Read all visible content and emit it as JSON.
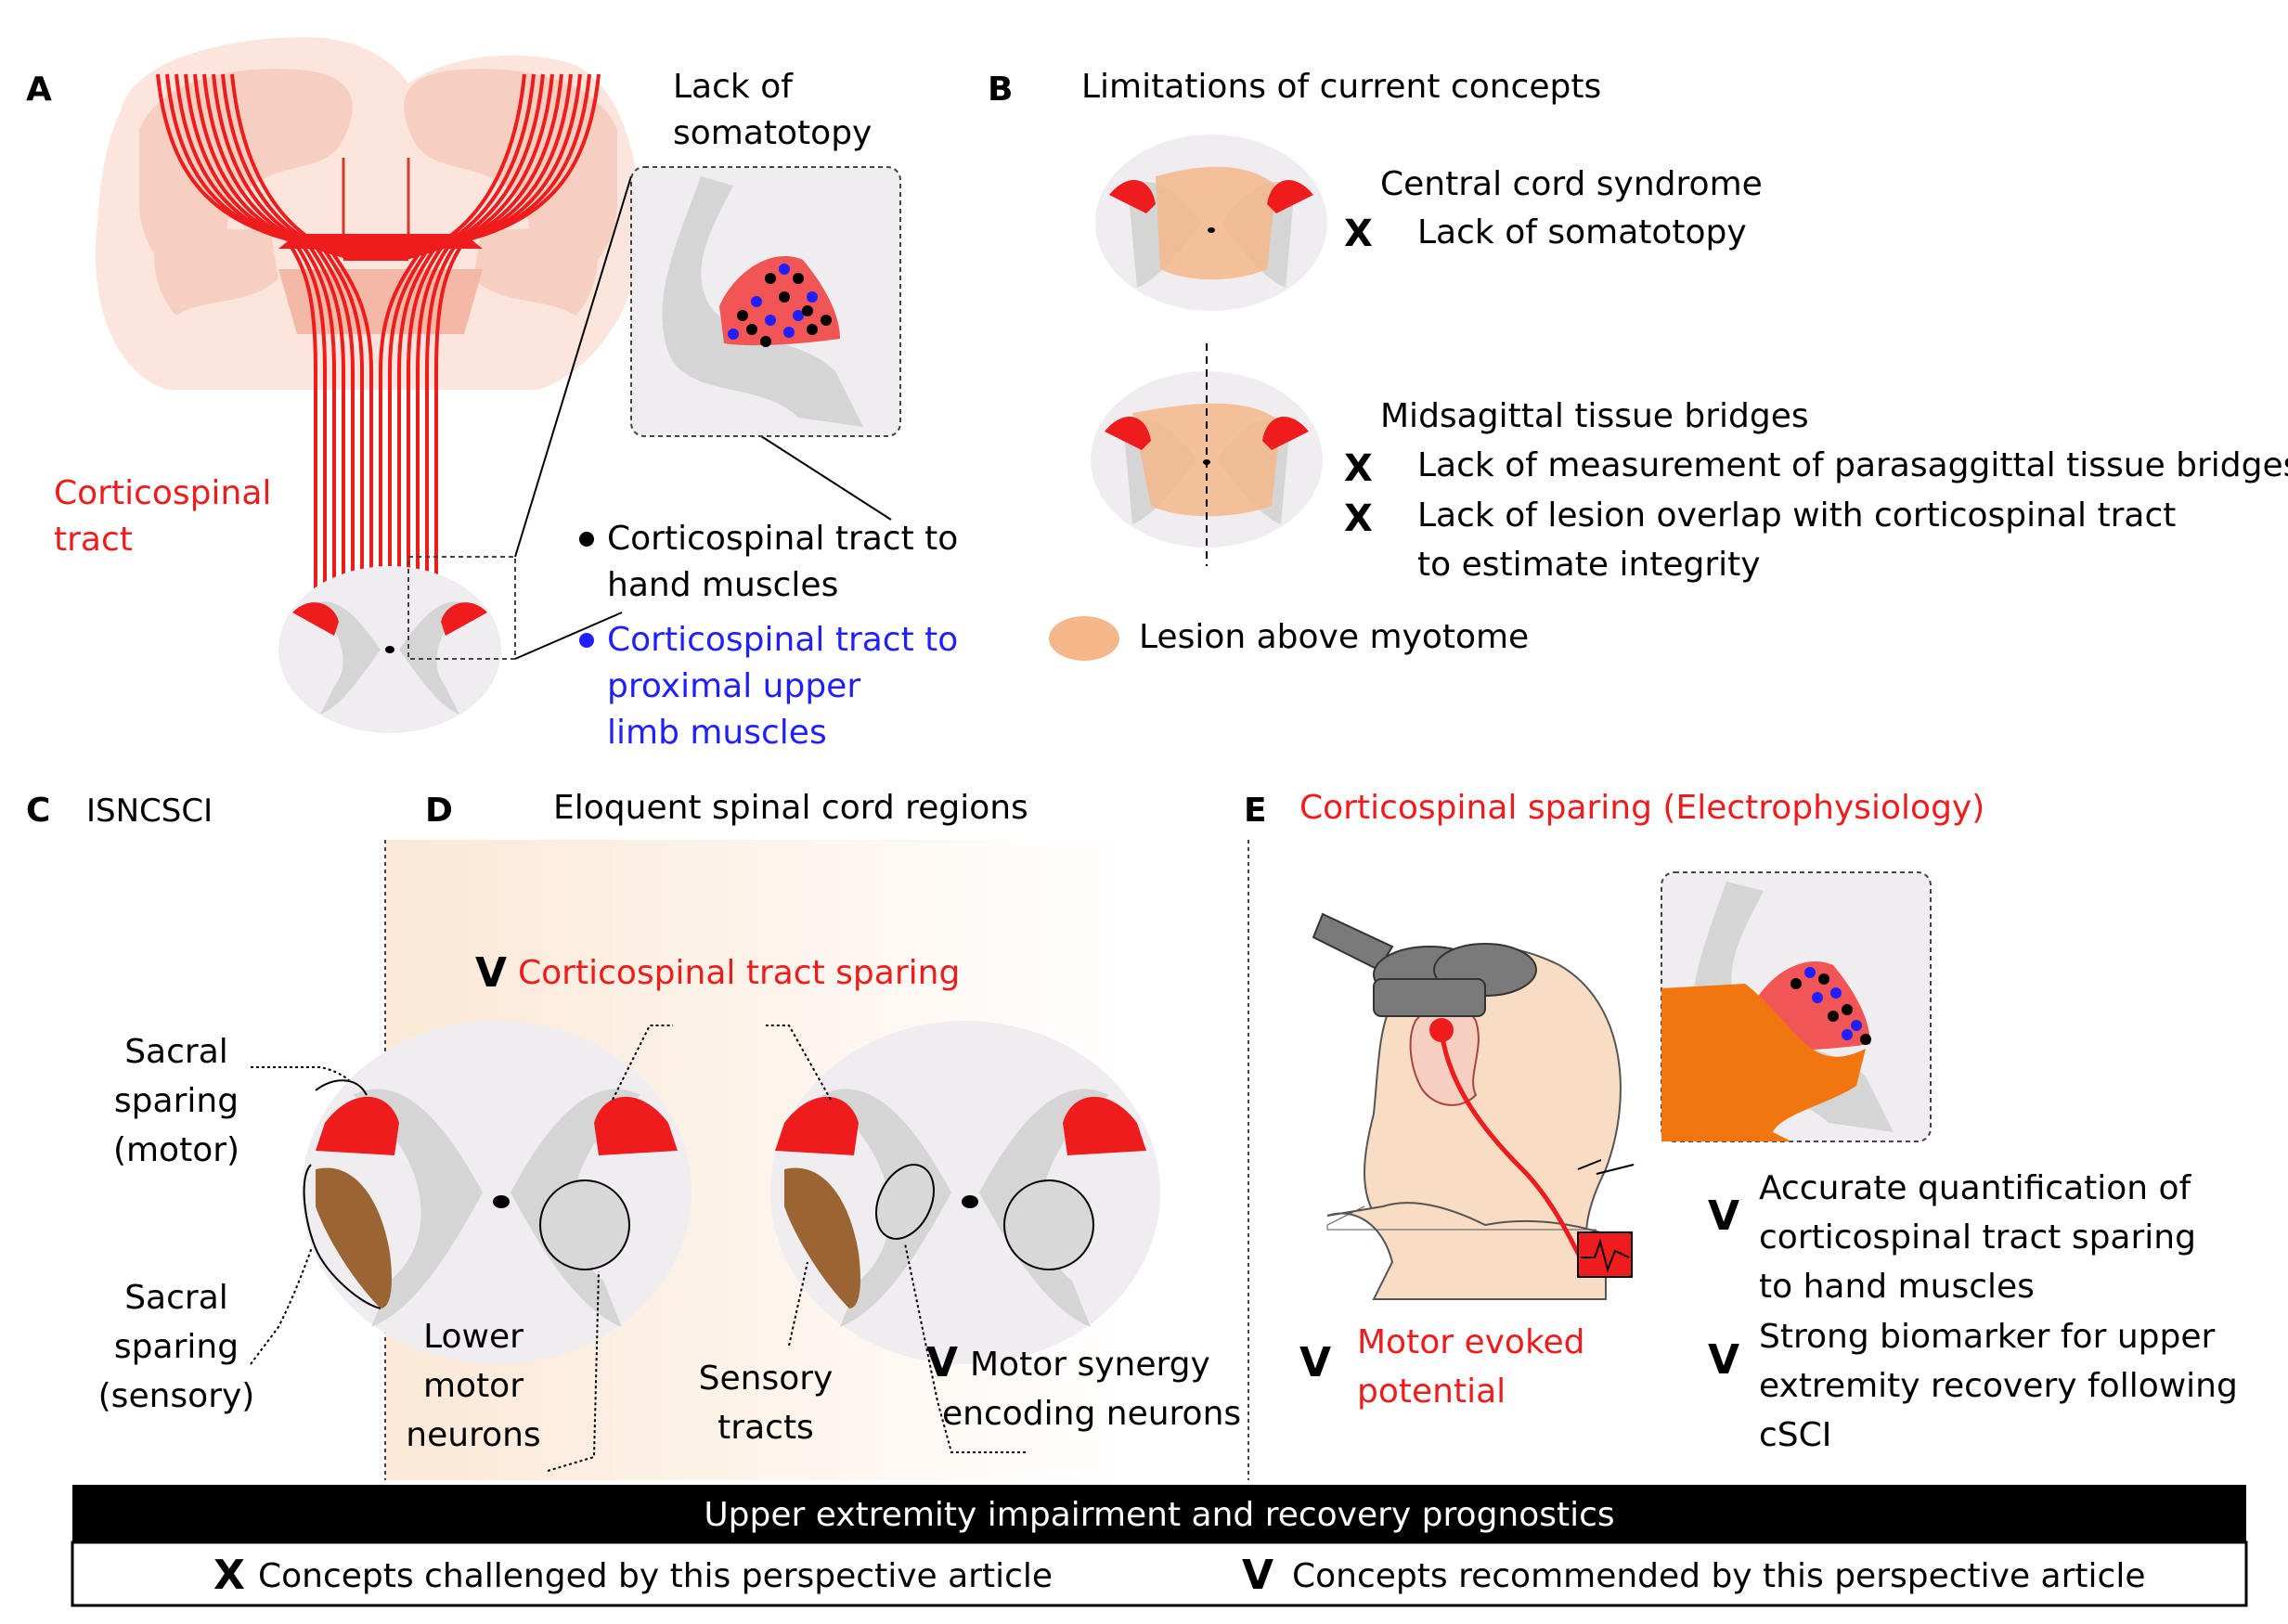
{
  "colors": {
    "tract_red": "#ee1c1c",
    "brain_pink": "#f6cfc1",
    "brain_light": "#fbe5dc",
    "gray_matter": "#d5d5d5",
    "cord_bg": "#f0edf1",
    "lesion": "#f5b78a",
    "sensory_brown": "#9a6532",
    "hand_black": "#000000",
    "proximal_blue": "#1f1fff",
    "emg_orange": "#f2760f",
    "skin": "#f8dcc3",
    "coil_gray": "#7a7a7a",
    "panel_d_bg": "#fdf3e9"
  },
  "panel_a": {
    "letter": "A",
    "somatotopy_line1": "Lack of",
    "somatotopy_line2": "somatotopy",
    "cst_line1": "Corticospinal",
    "cst_line2": "tract",
    "legend_hand_line1": "Corticospinal tract to",
    "legend_hand_line2": "hand muscles",
    "legend_prox_line1": "Corticospinal tract to",
    "legend_prox_line2": "proximal upper",
    "legend_prox_line3": "limb muscles"
  },
  "panel_b": {
    "letter": "B",
    "title": "Limitations of current concepts",
    "item1_title": "Central cord syndrome",
    "item1_x": "X",
    "item1_text": "Lack of somatotopy",
    "item2_title": "Midsagittal tissue bridges",
    "item2_x1": "X",
    "item2_text1": "Lack of measurement of parasaggittal tissue bridges",
    "item2_x2": "X",
    "item2_text2_line1": "Lack of lesion overlap with corticospinal tract",
    "item2_text2_line2": "to estimate integrity",
    "lesion_legend": "Lesion above myotome"
  },
  "panel_c": {
    "letter": "C",
    "title": "ISNCSCI",
    "motor_line1": "Sacral",
    "motor_line2": "sparing",
    "motor_line3": "(motor)",
    "sensory_line1": "Sacral",
    "sensory_line2": "sparing",
    "sensory_line3": "(sensory)"
  },
  "panel_d": {
    "letter": "D",
    "title": "Eloquent spinal cord regions",
    "check": "V",
    "cst_sparing": "Corticospinal tract sparing",
    "lmn_line1": "Lower",
    "lmn_line2": "motor",
    "lmn_line3": "neurons",
    "sensory_line1": "Sensory",
    "sensory_line2": "tracts",
    "synergy_check": "V",
    "synergy_line1": "Motor synergy",
    "synergy_line2": "encoding neurons"
  },
  "panel_e": {
    "letter": "E",
    "title": "Corticospinal sparing (Electrophysiology)",
    "mep_check": "V",
    "mep_line1": "Motor evoked",
    "mep_line2": "potential",
    "acc_check": "V",
    "acc_line1": "Accurate quantification of",
    "acc_line2": "corticospinal tract sparing",
    "acc_line3": "to hand muscles",
    "bio_check": "V",
    "bio_line1": "Strong biomarker for upper",
    "bio_line2": "extremity recovery following",
    "bio_line3": "cSCI"
  },
  "footer": {
    "banner": "Upper extremity impairment and recovery prognostics",
    "x_mark": "X",
    "challenged": "Concepts challenged by this perspective article",
    "v_mark": "V",
    "recommended": "Concepts recommended by this perspective article"
  }
}
